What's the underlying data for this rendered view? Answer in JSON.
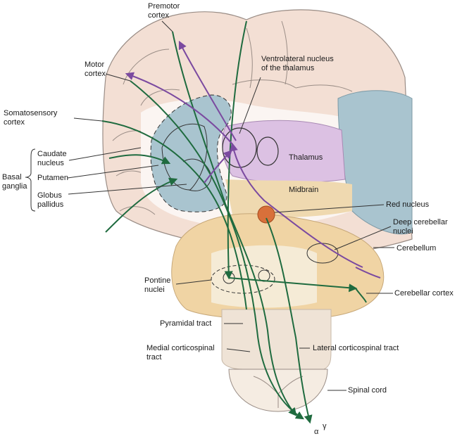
{
  "labels": {
    "premotor_cortex": "Premotor\ncortex",
    "motor_cortex": "Motor\ncortex",
    "somatosensory_cortex": "Somatosensory\ncortex",
    "basal_ganglia": "Basal\nganglia",
    "caudate_nucleus": "Caudate\nnucleus",
    "putamen": "Putamen",
    "globus_pallidus": "Globus\npallidus",
    "ventrolateral_nucleus": "Ventrolateral nucleus\nof the thalamus",
    "thalamus": "Thalamus",
    "midbrain": "Midbrain",
    "red_nucleus": "Red nucleus",
    "deep_cerebellar_nuclei": "Deep cerebellar\nnuclei",
    "cerebellum": "Cerebellum",
    "pontine_nuclei": "Pontine\nnuclei",
    "cerebellar_cortex": "Cerebellar cortex",
    "pyramidal_tract": "Pyramidal tract",
    "medial_corticospinal_tract": "Medial corticospinal\ntract",
    "lateral_corticospinal_tract": "Lateral corticospinal tract",
    "spinal_cord": "Spinal cord",
    "alpha": "α",
    "gamma": "γ"
  },
  "colors": {
    "cortex": "#f3dfd4",
    "white_matter": "#ffffff",
    "basal_ganglia": "#a9c4cf",
    "thalamus": "#dcc1e3",
    "midbrain": "#efd9b0",
    "cerebellum": "#f0d4a4",
    "pons": "#f5ebd6",
    "lateral_ventricle": "#a9c4cf",
    "spinal_cord": "#f5ece2",
    "green_pathway": "#1f6b3f",
    "purple_pathway": "#7b4aa0",
    "red_nucleus": "#d8703a"
  }
}
